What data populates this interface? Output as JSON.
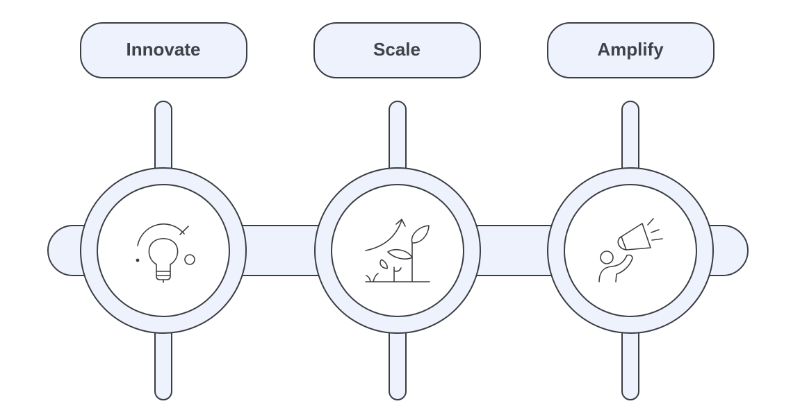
{
  "diagram": {
    "colors": {
      "fill": "#edf2fd",
      "stroke": "#3a3d42",
      "text": "#3f4349",
      "background": "#ffffff"
    },
    "stages": [
      {
        "label": "Innovate",
        "icon": "lightbulb-icon"
      },
      {
        "label": "Scale",
        "icon": "growing-plants-icon"
      },
      {
        "label": "Amplify",
        "icon": "megaphone-icon"
      }
    ]
  }
}
